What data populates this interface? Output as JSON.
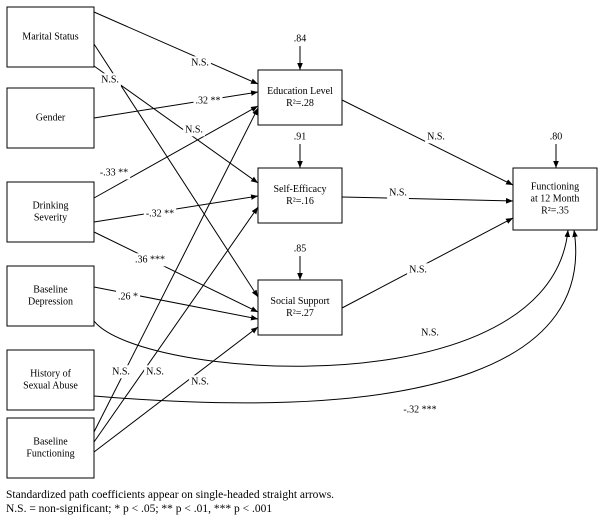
{
  "nodes": {
    "marital_status": {
      "lines": [
        "Marital Status"
      ]
    },
    "gender": {
      "lines": [
        "Gender"
      ]
    },
    "drinking_severity": {
      "lines": [
        "Drinking",
        "Severity"
      ]
    },
    "baseline_depression": {
      "lines": [
        "Baseline",
        "Depression"
      ]
    },
    "history_sexual_abuse": {
      "lines": [
        "History of",
        "Sexual Abuse"
      ]
    },
    "baseline_functioning": {
      "lines": [
        "Baseline",
        "Functioning"
      ]
    },
    "education_level": {
      "lines": [
        "Education Level",
        "R²=.28"
      ]
    },
    "self_efficacy": {
      "lines": [
        "Self-Efficacy",
        "R²=.16"
      ]
    },
    "social_support": {
      "lines": [
        "Social Support",
        "R²=.27"
      ]
    },
    "functioning_12": {
      "lines": [
        "Functioning",
        "at 12 Month",
        "R²=.35"
      ]
    }
  },
  "residuals": {
    "education_level": ".84",
    "self_efficacy": ".91",
    "social_support": ".85",
    "functioning_12": ".80"
  },
  "paths": [
    {
      "from": "marital_status",
      "to": "education_level",
      "coef": "N.S."
    },
    {
      "from": "marital_status",
      "to": "social_support",
      "coef": "N.S."
    },
    {
      "from": "marital_status",
      "to": "self_efficacy",
      "coef": "N.S."
    },
    {
      "from": "gender",
      "to": "education_level",
      "coef": ".32 **"
    },
    {
      "from": "drinking_severity",
      "to": "education_level",
      "coef": "-.33 **"
    },
    {
      "from": "drinking_severity",
      "to": "self_efficacy",
      "coef": "-.32 **"
    },
    {
      "from": "drinking_severity",
      "to": "social_support",
      "coef": ".36 ***"
    },
    {
      "from": "baseline_depression",
      "to": "social_support",
      "coef": ".26 *"
    },
    {
      "from": "baseline_depression",
      "to": "functioning_12",
      "coef": "N.S."
    },
    {
      "from": "history_sexual_abuse",
      "to": "functioning_12",
      "coef": "-.32 ***"
    },
    {
      "from": "baseline_functioning",
      "to": "education_level",
      "coef": "N.S."
    },
    {
      "from": "baseline_functioning",
      "to": "self_efficacy",
      "coef": "N.S."
    },
    {
      "from": "baseline_functioning",
      "to": "social_support",
      "coef": "N.S."
    },
    {
      "from": "education_level",
      "to": "functioning_12",
      "coef": "N.S."
    },
    {
      "from": "self_efficacy",
      "to": "functioning_12",
      "coef": "N.S."
    },
    {
      "from": "social_support",
      "to": "functioning_12",
      "coef": "N.S."
    }
  ],
  "caption": {
    "line1": "Standardized  path coefficients  appear on single-headed  straight  arrows.",
    "line2": "N.S. = non-significant;  * p < .05; ** p < .01, *** p < .001"
  }
}
